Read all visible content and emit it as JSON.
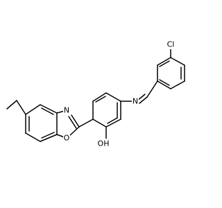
{
  "molecule": {
    "atom_labels": {
      "chlorine": "Cl",
      "imine_nitrogen": "N",
      "oxazole_nitrogen": "N",
      "oxazole_oxygen": "O",
      "hydroxyl": "OH"
    },
    "colors": {
      "bond": "#000000",
      "label": "#000000",
      "background": "#ffffff"
    }
  }
}
